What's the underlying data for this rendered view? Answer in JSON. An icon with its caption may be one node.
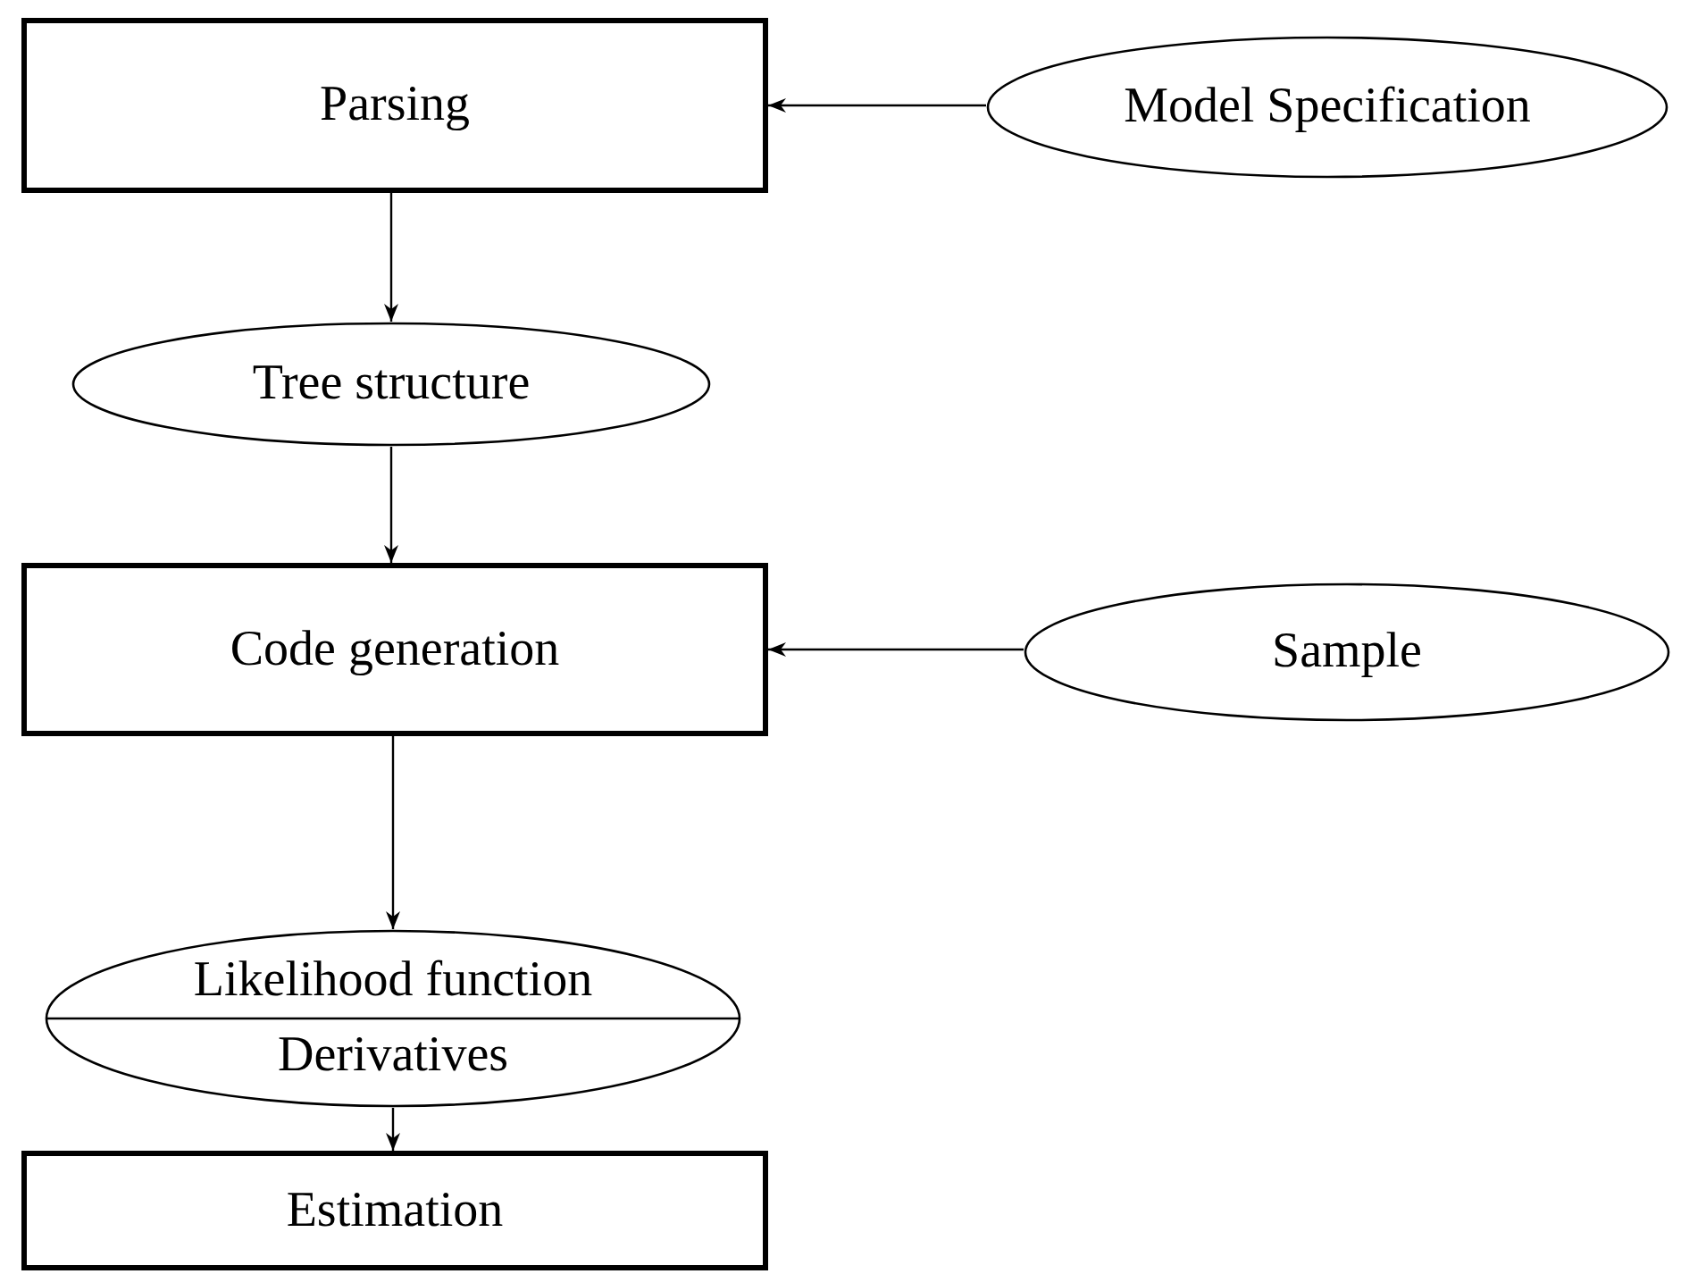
{
  "diagram": {
    "nodes": [
      {
        "text": [
          "Parsing"
        ]
      },
      {
        "text": [
          "Model Specification"
        ]
      },
      {
        "text": [
          "Tree structure"
        ]
      },
      {
        "text": [
          "Code generation"
        ]
      },
      {
        "text": [
          "Sample"
        ]
      },
      {
        "text": [
          "Likelihood function",
          "Derivatives"
        ]
      },
      {
        "text": [
          "Estimation"
        ]
      }
    ],
    "edges": [
      {
        "from": 1,
        "to": 0,
        "arrow": "to"
      },
      {
        "from": 0,
        "to": 2,
        "arrow": "to"
      },
      {
        "from": 2,
        "to": 3,
        "arrow": "to"
      },
      {
        "from": 4,
        "to": 3,
        "arrow": "to"
      },
      {
        "from": 3,
        "to": 5,
        "arrow": "to"
      },
      {
        "from": 5,
        "to": 6,
        "arrow": "to"
      }
    ]
  }
}
